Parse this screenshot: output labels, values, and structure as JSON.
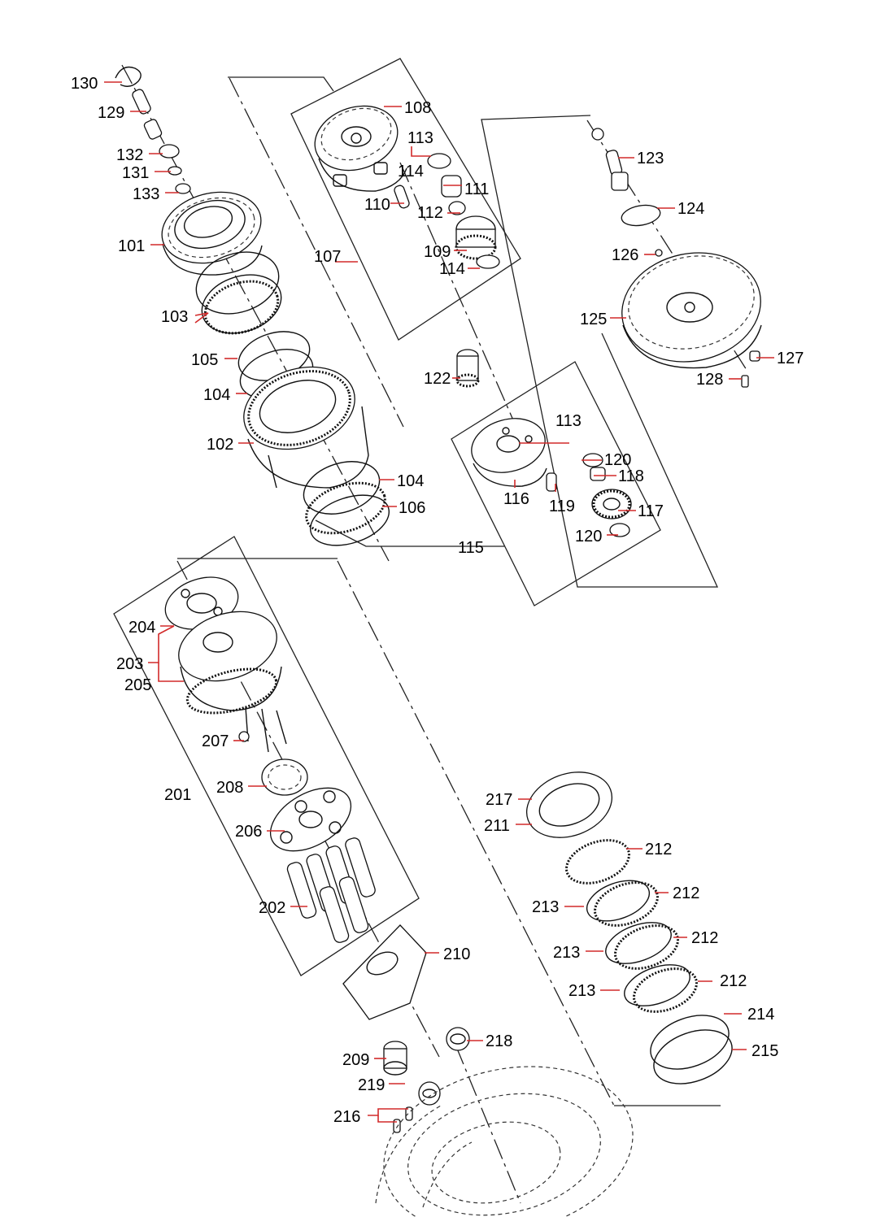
{
  "diagram": {
    "labels": [
      {
        "id": "130",
        "text": "130"
      },
      {
        "id": "129",
        "text": "129"
      },
      {
        "id": "132",
        "text": "132"
      },
      {
        "id": "131",
        "text": "131"
      },
      {
        "id": "133",
        "text": "133"
      },
      {
        "id": "101",
        "text": "101"
      },
      {
        "id": "103",
        "text": "103"
      },
      {
        "id": "105",
        "text": "105"
      },
      {
        "id": "104a",
        "text": "104"
      },
      {
        "id": "102",
        "text": "102"
      },
      {
        "id": "104b",
        "text": "104"
      },
      {
        "id": "106",
        "text": "106"
      },
      {
        "id": "115",
        "text": "115"
      },
      {
        "id": "108",
        "text": "108"
      },
      {
        "id": "113a",
        "text": "113"
      },
      {
        "id": "114a",
        "text": "114"
      },
      {
        "id": "111",
        "text": "111"
      },
      {
        "id": "110",
        "text": "110"
      },
      {
        "id": "112",
        "text": "112"
      },
      {
        "id": "107",
        "text": "107"
      },
      {
        "id": "109",
        "text": "109"
      },
      {
        "id": "114b",
        "text": "114"
      },
      {
        "id": "122",
        "text": "122"
      },
      {
        "id": "113b",
        "text": "113"
      },
      {
        "id": "120a",
        "text": "120"
      },
      {
        "id": "118",
        "text": "118"
      },
      {
        "id": "116",
        "text": "116"
      },
      {
        "id": "119",
        "text": "119"
      },
      {
        "id": "117",
        "text": "117"
      },
      {
        "id": "120b",
        "text": "120"
      },
      {
        "id": "123",
        "text": "123"
      },
      {
        "id": "124",
        "text": "124"
      },
      {
        "id": "126",
        "text": "126"
      },
      {
        "id": "125",
        "text": "125"
      },
      {
        "id": "127",
        "text": "127"
      },
      {
        "id": "128",
        "text": "128"
      },
      {
        "id": "204",
        "text": "204"
      },
      {
        "id": "203",
        "text": "203"
      },
      {
        "id": "205",
        "text": "205"
      },
      {
        "id": "207",
        "text": "207"
      },
      {
        "id": "201",
        "text": "201"
      },
      {
        "id": "208",
        "text": "208"
      },
      {
        "id": "206",
        "text": "206"
      },
      {
        "id": "202",
        "text": "202"
      },
      {
        "id": "210",
        "text": "210"
      },
      {
        "id": "217",
        "text": "217"
      },
      {
        "id": "211",
        "text": "211"
      },
      {
        "id": "212a",
        "text": "212"
      },
      {
        "id": "212b",
        "text": "212"
      },
      {
        "id": "213a",
        "text": "213"
      },
      {
        "id": "212c",
        "text": "212"
      },
      {
        "id": "213b",
        "text": "213"
      },
      {
        "id": "212d",
        "text": "212"
      },
      {
        "id": "213c",
        "text": "213"
      },
      {
        "id": "214",
        "text": "214"
      },
      {
        "id": "215",
        "text": "215"
      },
      {
        "id": "218",
        "text": "218"
      },
      {
        "id": "209",
        "text": "209"
      },
      {
        "id": "219",
        "text": "219"
      },
      {
        "id": "216",
        "text": "216"
      }
    ],
    "colors": {
      "leader": "#d22a2a",
      "ink": "#111111",
      "background": "#ffffff"
    }
  }
}
